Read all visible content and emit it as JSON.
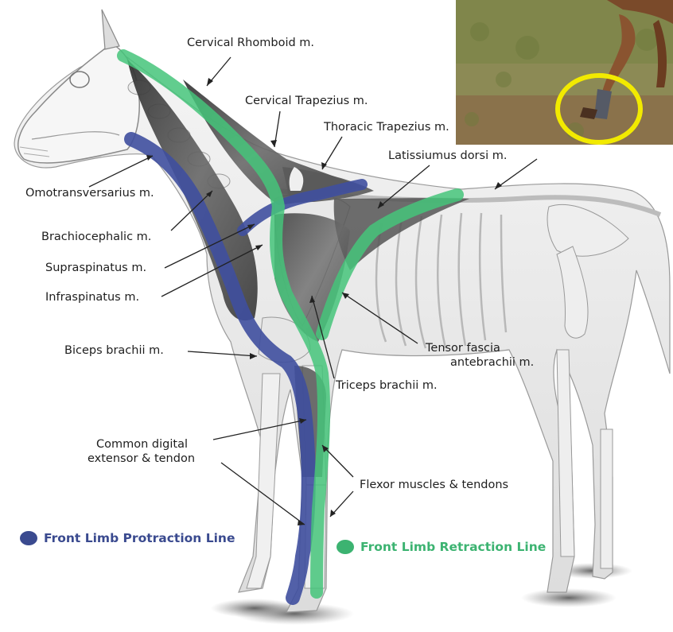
{
  "labels": {
    "cervical_rhomboid": "Cervical Rhomboid m.",
    "cervical_trapezius": "Cervical Trapezius m.",
    "thoracic_trapezius": "Thoracic Trapezius m.",
    "latissimus_dorsi": "Latissiumus dorsi m.",
    "omotransversarius": "Omotransversarius m.",
    "brachiocephalic": "Brachiocephalic m.",
    "supraspinatus": "Supraspinatus m.",
    "infraspinatus": "Infraspinatus m.",
    "biceps_brachii": "Biceps brachii m.",
    "tensor_fascia_line1": "Tensor fascia",
    "tensor_fascia_line2": "antebrachii m.",
    "triceps_brachii": "Triceps brachii m.",
    "common_digital_line1": "Common digital",
    "common_digital_line2": "extensor & tendon",
    "flexor": "Flexor muscles & tendons"
  },
  "legend": {
    "protraction": {
      "label": "Front Limb Protraction Line",
      "color": "#3a4a8f"
    },
    "retraction": {
      "label": "Front Limb Retraction Line",
      "color": "#3cb371"
    }
  },
  "colors": {
    "protraction_line": "#3f4f9e",
    "retraction_line": "#45c47a",
    "muscle": "#4a4a4a",
    "bone": "#f2f2f2",
    "inset_highlight": "#f2ea00",
    "inset_ground": "#8c8a55"
  },
  "inset": {
    "description_icon": "horse-leg-photo",
    "highlight_shape": "yellow-circle"
  }
}
